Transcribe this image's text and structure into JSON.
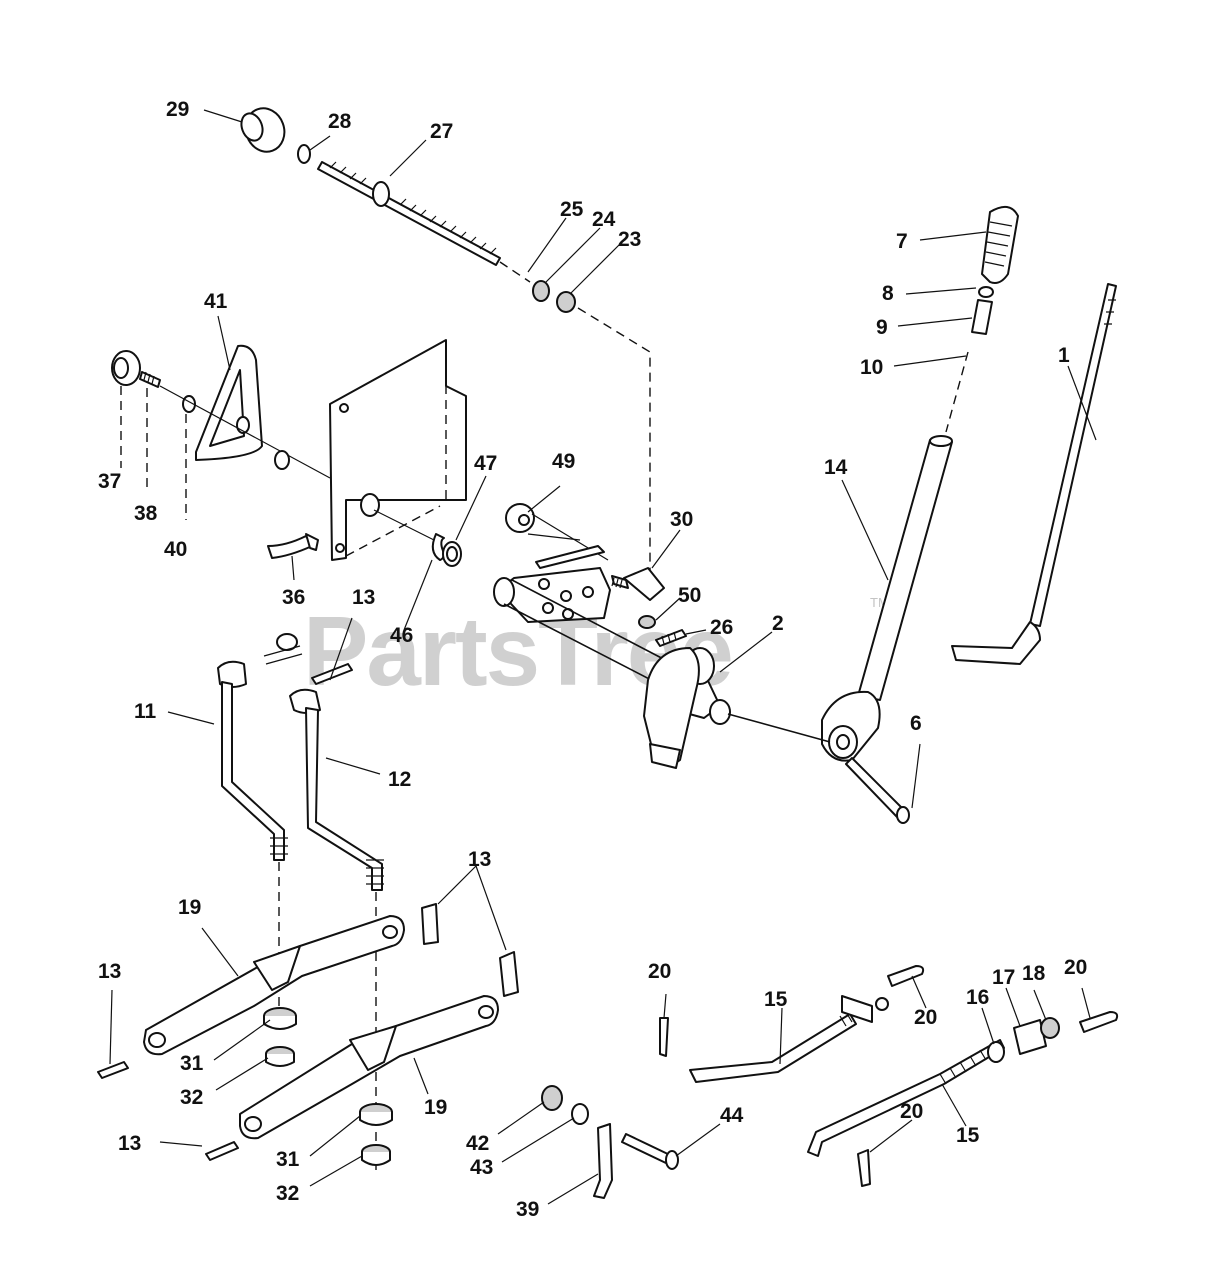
{
  "watermark": {
    "text": "PartsTree",
    "trademark": "TM"
  },
  "callouts": [
    {
      "id": "c29a",
      "label": "29"
    },
    {
      "id": "c28a",
      "label": "28"
    },
    {
      "id": "c27a",
      "label": "27"
    },
    {
      "id": "c25a",
      "label": "25"
    },
    {
      "id": "c24a",
      "label": "24"
    },
    {
      "id": "c23a",
      "label": "23"
    },
    {
      "id": "c7a",
      "label": "7"
    },
    {
      "id": "c8a",
      "label": "8"
    },
    {
      "id": "c9a",
      "label": "9"
    },
    {
      "id": "c10a",
      "label": "10"
    },
    {
      "id": "c1a",
      "label": "1"
    },
    {
      "id": "c41a",
      "label": "41"
    },
    {
      "id": "c37a",
      "label": "37"
    },
    {
      "id": "c38a",
      "label": "38"
    },
    {
      "id": "c40a",
      "label": "40"
    },
    {
      "id": "c47a",
      "label": "47"
    },
    {
      "id": "c49a",
      "label": "49"
    },
    {
      "id": "c30a",
      "label": "30"
    },
    {
      "id": "c14a",
      "label": "14"
    },
    {
      "id": "c36a",
      "label": "36"
    },
    {
      "id": "c13a",
      "label": "13"
    },
    {
      "id": "c46a",
      "label": "46"
    },
    {
      "id": "c50a",
      "label": "50"
    },
    {
      "id": "c26a",
      "label": "26"
    },
    {
      "id": "c2a",
      "label": "2"
    },
    {
      "id": "c11a",
      "label": "11"
    },
    {
      "id": "c12a",
      "label": "12"
    },
    {
      "id": "c6a",
      "label": "6"
    },
    {
      "id": "c13b",
      "label": "13"
    },
    {
      "id": "c19a",
      "label": "19"
    },
    {
      "id": "c13c",
      "label": "13"
    },
    {
      "id": "c31a",
      "label": "31"
    },
    {
      "id": "c32a",
      "label": "32"
    },
    {
      "id": "c19b",
      "label": "19"
    },
    {
      "id": "c13d",
      "label": "13"
    },
    {
      "id": "c31b",
      "label": "31"
    },
    {
      "id": "c32b",
      "label": "32"
    },
    {
      "id": "c20a",
      "label": "20"
    },
    {
      "id": "c15a",
      "label": "15"
    },
    {
      "id": "c20b",
      "label": "20"
    },
    {
      "id": "c16a",
      "label": "16"
    },
    {
      "id": "c17a",
      "label": "17"
    },
    {
      "id": "c18a",
      "label": "18"
    },
    {
      "id": "c20c",
      "label": "20"
    },
    {
      "id": "c20d",
      "label": "20"
    },
    {
      "id": "c15b",
      "label": "15"
    },
    {
      "id": "c42a",
      "label": "42"
    },
    {
      "id": "c43a",
      "label": "43"
    },
    {
      "id": "c44a",
      "label": "44"
    },
    {
      "id": "c39a",
      "label": "39"
    }
  ]
}
